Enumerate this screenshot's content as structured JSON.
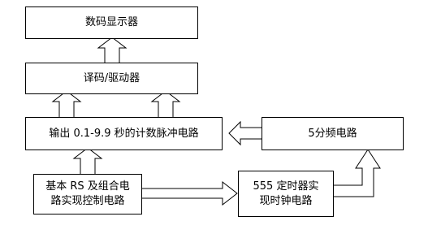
{
  "diagram": {
    "nodes": {
      "display": {
        "label": "数码显示器"
      },
      "decoder": {
        "label": "译码/驱动器"
      },
      "counter": {
        "label": "输出 0.1-9.9 秒的计数脉冲电路"
      },
      "divider": {
        "label": "5分频电路"
      },
      "control": {
        "line1": "基本 RS 及组合电",
        "line2": "路实现控制电路"
      },
      "timer": {
        "line1": "555 定时器实",
        "line2": "现时钟电路"
      }
    },
    "edges": [
      {
        "from": "decoder",
        "to": "display"
      },
      {
        "from": "counter",
        "to": "decoder",
        "count": 2
      },
      {
        "from": "divider",
        "to": "counter"
      },
      {
        "from": "control",
        "to": "counter"
      },
      {
        "from": "control",
        "to": "timer"
      },
      {
        "from": "timer",
        "to": "divider"
      }
    ],
    "colors": {
      "stroke": "#000000",
      "fill": "#ffffff"
    }
  }
}
